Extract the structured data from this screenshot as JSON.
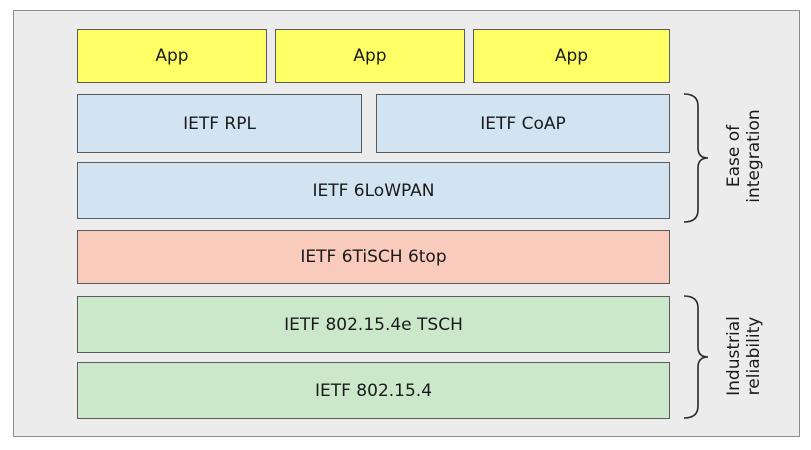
{
  "stack": {
    "apps": [
      "App",
      "App",
      "App"
    ],
    "rpl": "IETF RPL",
    "coap": "IETF CoAP",
    "sixlowpan": "IETF 6LoWPAN",
    "sixtisch": "IETF 6TiSCH 6top",
    "tsch": "IETF 802.15.4e TSCH",
    "phy": "IETF 802.15.4"
  },
  "annotations": {
    "ease": [
      "Ease of",
      "integration"
    ],
    "reliability": [
      "Industrial",
      "reliability"
    ]
  },
  "colors": {
    "app": "#ffff66",
    "ietf_blue": "#d2e3f1",
    "sixtop": "#f9cbbc",
    "mac_green": "#cce8cb",
    "panel": "#ececed"
  }
}
